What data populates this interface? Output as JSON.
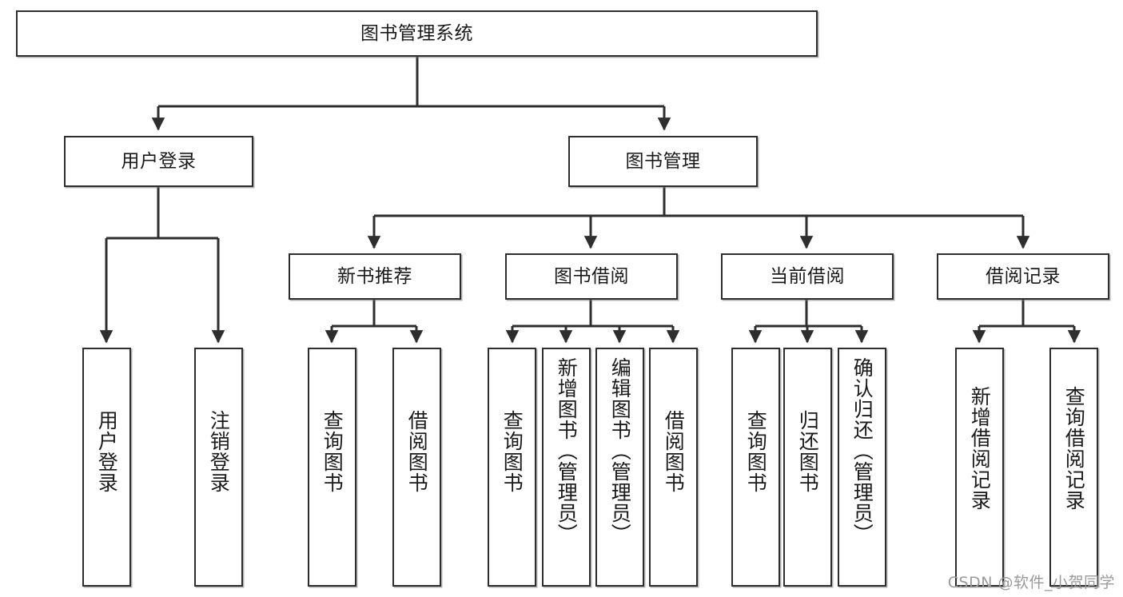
{
  "diagram": {
    "title": "图书管理系统",
    "watermark": "CSDN @软件_小贺同学",
    "root": {
      "label": "图书管理系统"
    },
    "level2": [
      {
        "label": "用户登录"
      },
      {
        "label": "图书管理"
      }
    ],
    "level3": [
      {
        "label": "新书推荐"
      },
      {
        "label": "图书借阅"
      },
      {
        "label": "当前借阅"
      },
      {
        "label": "借阅记录"
      }
    ],
    "leaves": {
      "user_login": [
        {
          "label": "用户登录"
        },
        {
          "label": "注销登录"
        }
      ],
      "new_book": [
        {
          "label": "查询图书"
        },
        {
          "label": "借阅图书"
        }
      ],
      "book_borrow": [
        {
          "label": "查询图书"
        },
        {
          "label": "新增图书（管理员）"
        },
        {
          "label": "编辑图书（管理员）"
        },
        {
          "label": "借阅图书"
        }
      ],
      "current_borrow": [
        {
          "label": "查询图书"
        },
        {
          "label": "归还图书"
        },
        {
          "label": "确认归还（管理员）"
        }
      ],
      "borrow_record": [
        {
          "label": "新增借阅记录"
        },
        {
          "label": "查询借阅记录"
        }
      ]
    },
    "colors": {
      "stroke": "#2e2e2e",
      "fill": "#ffffff",
      "text": "#1a1a1a",
      "watermark": "#9a9a9a"
    }
  }
}
